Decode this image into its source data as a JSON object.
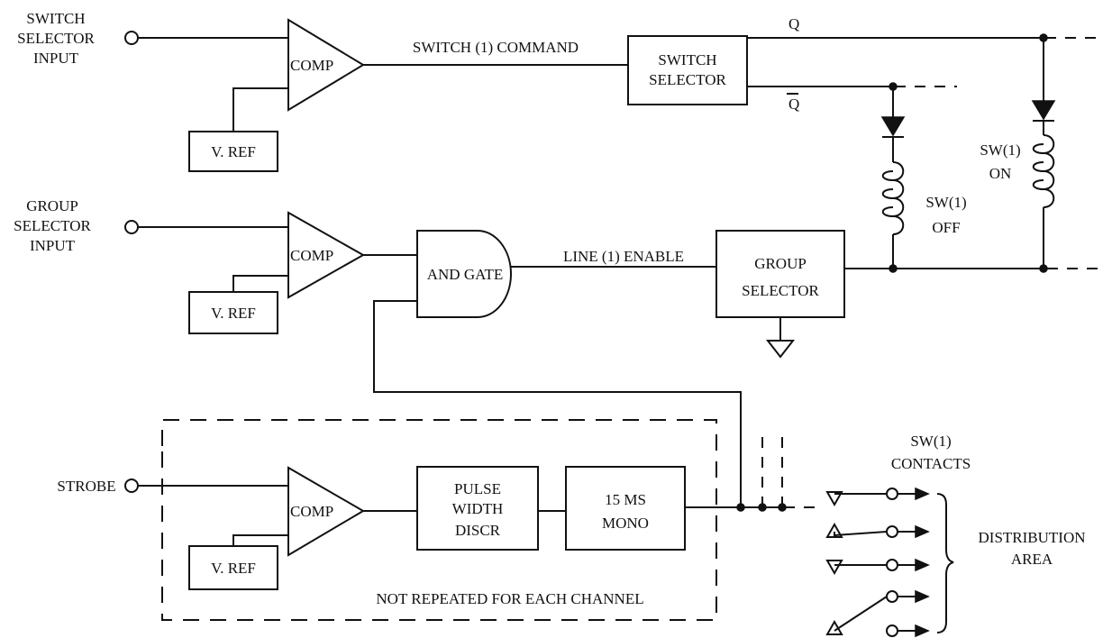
{
  "labels": {
    "switch_input": [
      "SWITCH",
      "SELECTOR",
      "INPUT"
    ],
    "group_input": [
      "GROUP",
      "SELECTOR",
      "INPUT"
    ],
    "strobe": "STROBE",
    "comp": "COMP",
    "vref": "V. REF",
    "switch_command": "SWITCH (1) COMMAND",
    "switch_selector": [
      "SWITCH",
      "SELECTOR"
    ],
    "q": "Q",
    "q_bar": "Q",
    "and_gate": "AND GATE",
    "line_enable": "LINE (1) ENABLE",
    "group_selector": [
      "GROUP",
      "SELECTOR"
    ],
    "sw_off": [
      "SW(1)",
      "OFF"
    ],
    "sw_on": [
      "SW(1)",
      "ON"
    ],
    "pulse_width": [
      "PULSE",
      "WIDTH",
      "DISCR"
    ],
    "mono": [
      "15 MS",
      "MONO"
    ],
    "not_repeated": "NOT REPEATED FOR EACH CHANNEL",
    "contacts": [
      "SW(1)",
      "CONTACTS"
    ],
    "distribution": [
      "DISTRIBUTION",
      "AREA"
    ]
  }
}
